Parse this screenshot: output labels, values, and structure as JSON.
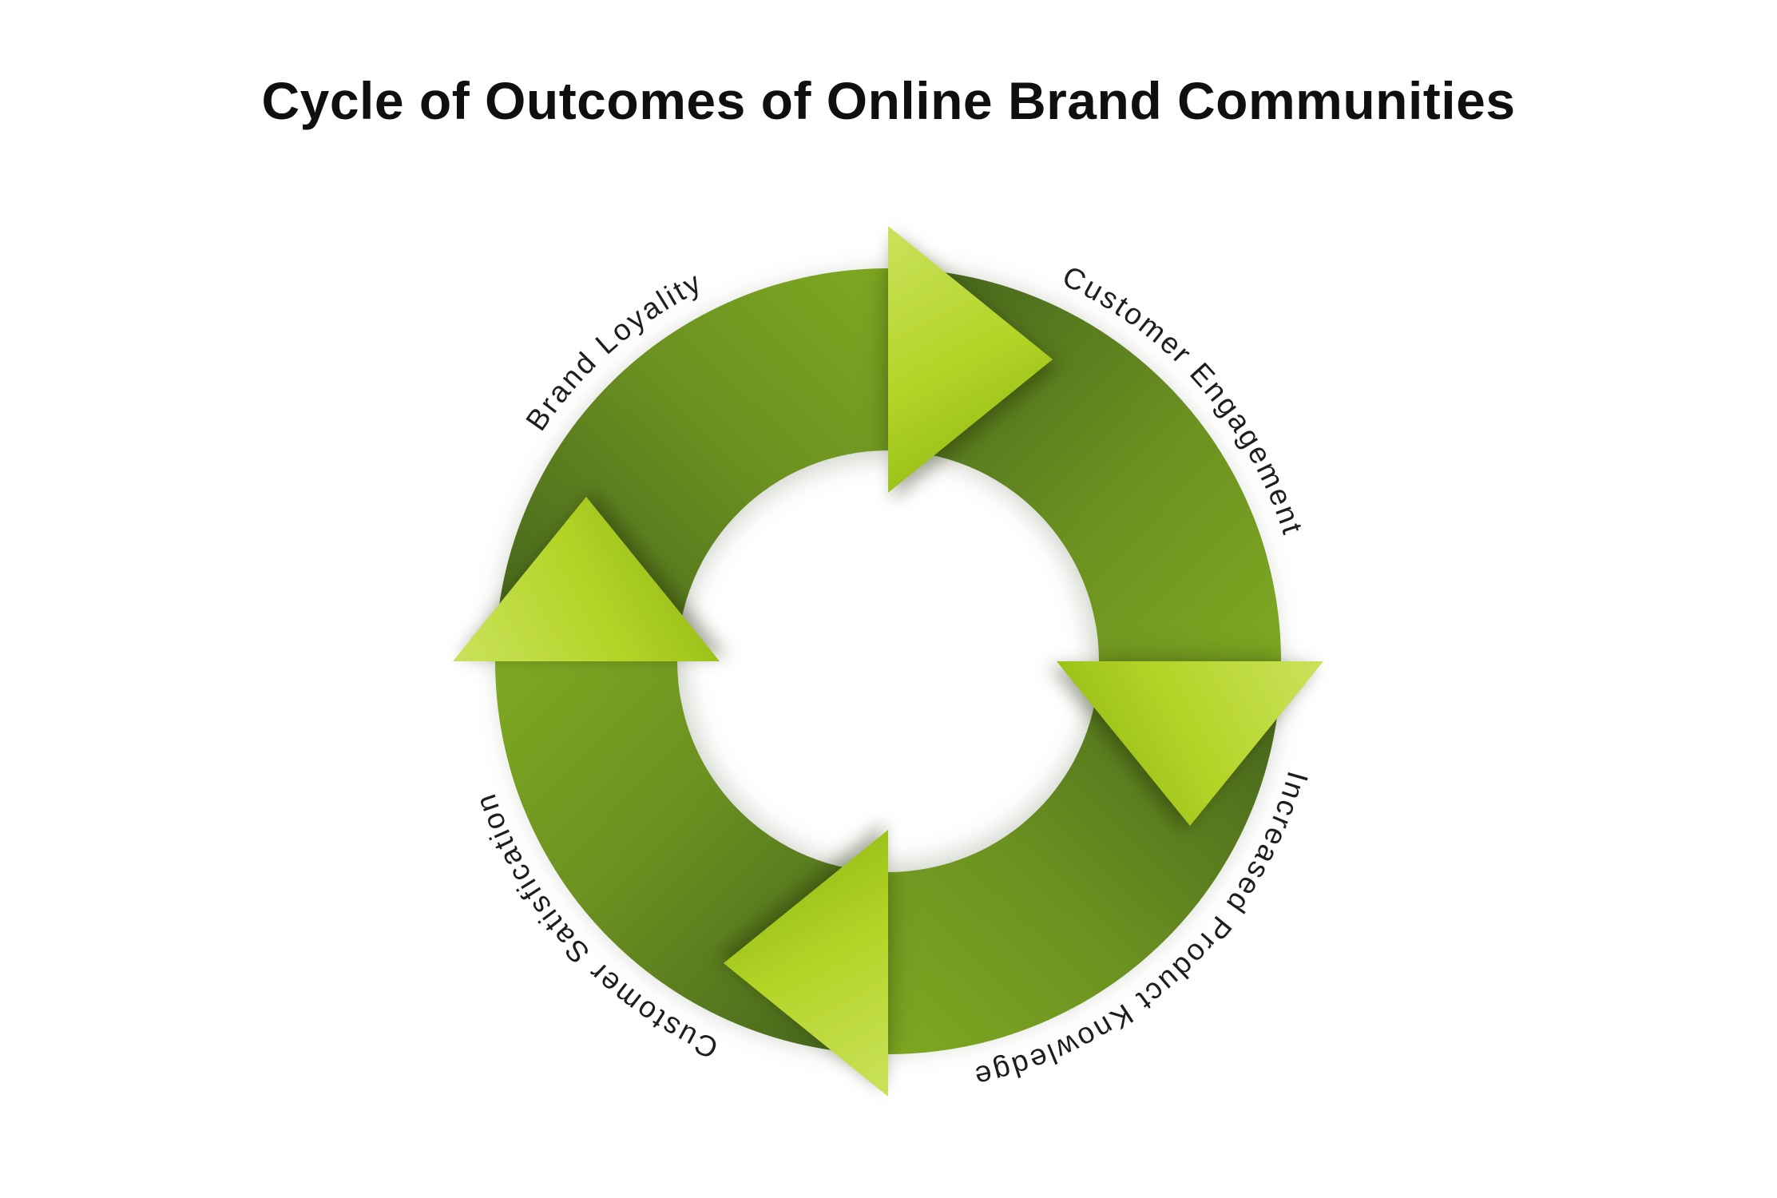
{
  "title": "Cycle of Outcomes of Online Brand Communities",
  "diagram": {
    "type": "cycle",
    "direction": "clockwise",
    "steps": [
      {
        "label": "Brand Loyality",
        "position": "top-left"
      },
      {
        "label": "Customer Engagement",
        "position": "top-right"
      },
      {
        "label": "Increased Product Knowledge",
        "position": "bottom-right"
      },
      {
        "label": "Customer Satisfication",
        "position": "bottom-left"
      }
    ],
    "colors": {
      "ring_dark": "#41601c",
      "ring_mid": "#6b9120",
      "ring_light": "#7da722",
      "arrow_light": "#cde463",
      "arrow_mid": "#b4d427",
      "arrow_deep": "#8fb713",
      "label_text": "#1d1d1b",
      "title_text": "#0f0f0f",
      "background": "#ffffff"
    }
  }
}
